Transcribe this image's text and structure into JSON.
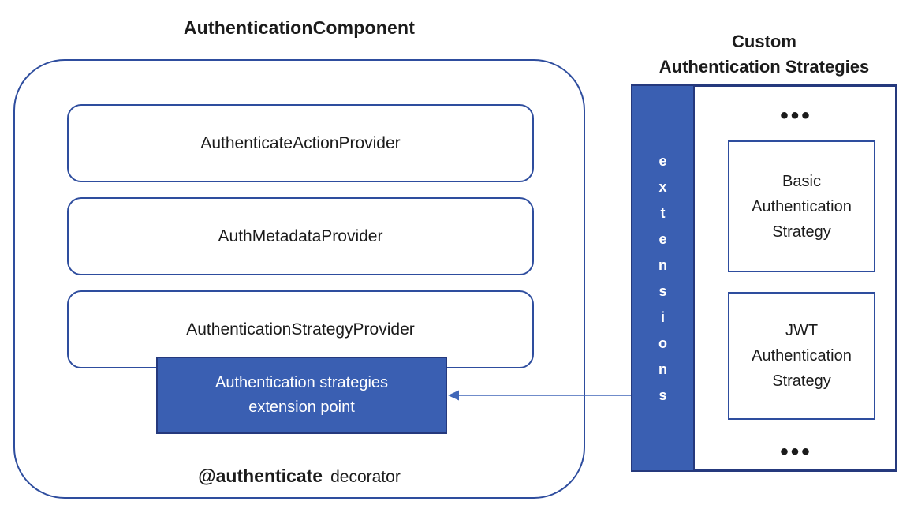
{
  "colors": {
    "outline": "#2e4d9e",
    "outline_dark": "#25397d",
    "fill_blue": "#3a5fb2",
    "arrow_line": "#4167b8",
    "text": "#1b1b1b"
  },
  "left_panel": {
    "title": "AuthenticationComponent",
    "providers": [
      "AuthenticateActionProvider",
      "AuthMetadataProvider",
      "AuthenticationStrategyProvider"
    ],
    "extension_point_line1": "Authentication strategies",
    "extension_point_line2": "extension point",
    "decorator_bold": "@authenticate",
    "decorator_regular": "decorator"
  },
  "right_panel": {
    "title_line1": "Custom",
    "title_line2": "Authentication Strategies",
    "extensions_word": "extensions",
    "extensions_letters": [
      "e",
      "x",
      "t",
      "e",
      "n",
      "s",
      "i",
      "o",
      "n",
      "s"
    ],
    "ellipsis_top": "•••",
    "ellipsis_bottom": "•••",
    "strategies": [
      {
        "lines": [
          "Basic",
          "Authentication",
          "Strategy"
        ]
      },
      {
        "lines": [
          "JWT",
          "Authentication",
          "Strategy"
        ]
      }
    ]
  }
}
